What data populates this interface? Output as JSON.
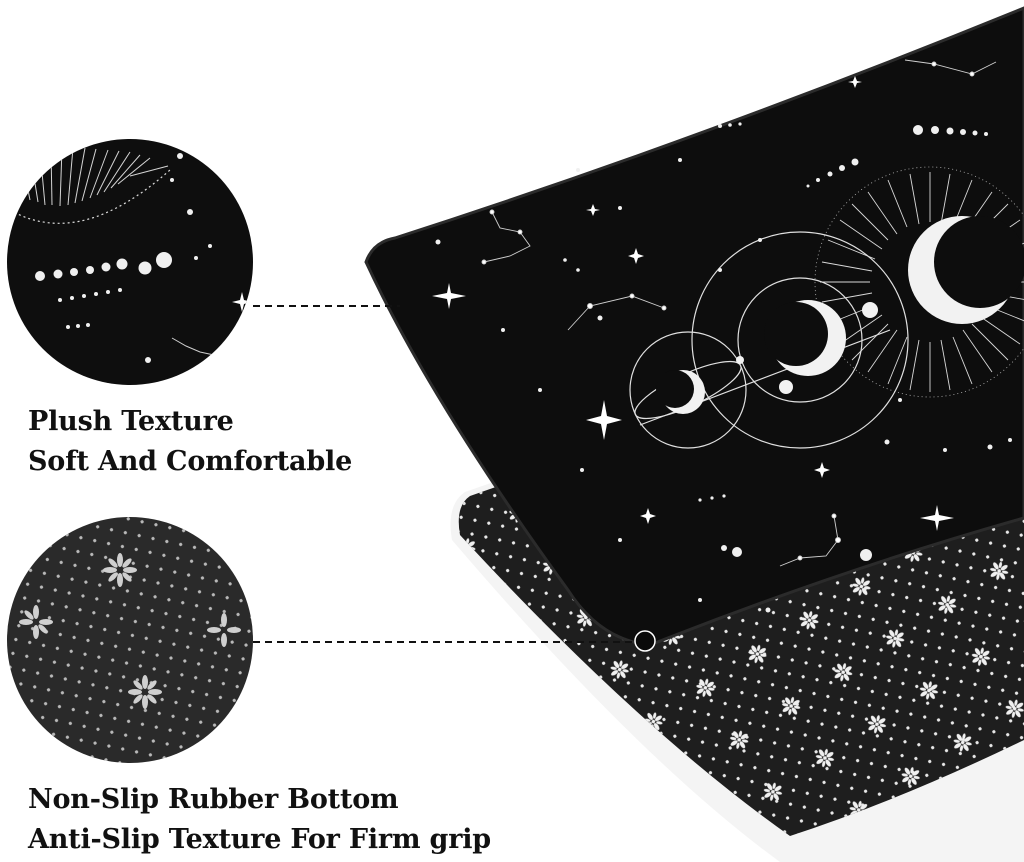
{
  "feature_top": {
    "line1": "Plush Texture",
    "line2": "Soft And Comfortable"
  },
  "feature_bottom": {
    "line1": "Non-Slip Rubber Bottom",
    "line2": "Anti-Slip Texture For Firm grip"
  },
  "colors": {
    "background": "#ffffff",
    "mat_top": "#0d0d0d",
    "mat_bottom": "#1e1e1e",
    "dots": "#e8e8e8",
    "caption_text": "#111111"
  },
  "icons": [
    "sun-rays-icon",
    "crescent-moon-icon",
    "planet-orbit-icon",
    "constellation-icon",
    "sparkle-star-icon",
    "flower-dot-icon"
  ]
}
